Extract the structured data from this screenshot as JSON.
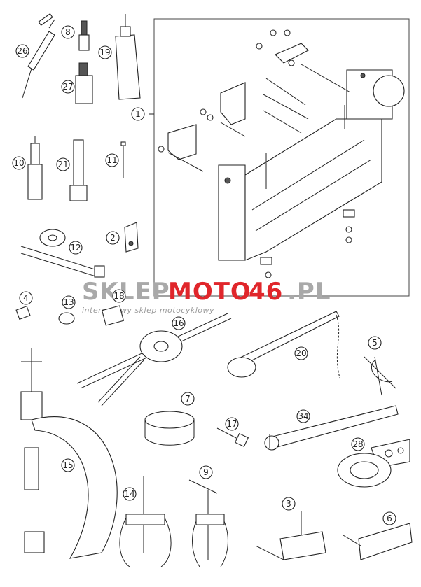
{
  "watermark": {
    "part_sklep": "SKLEP",
    "part_moto": "MOTO",
    "part_46": "46",
    "part_pl": ".PL",
    "tagline": "internetowy sklep motocyklowy"
  },
  "callouts": [
    "26",
    "8",
    "19",
    "27",
    "1",
    "10",
    "21",
    "11",
    "2",
    "12",
    "4",
    "13",
    "18",
    "16",
    "5",
    "20",
    "7",
    "17",
    "34",
    "28",
    "15",
    "14",
    "9",
    "3",
    "6"
  ]
}
